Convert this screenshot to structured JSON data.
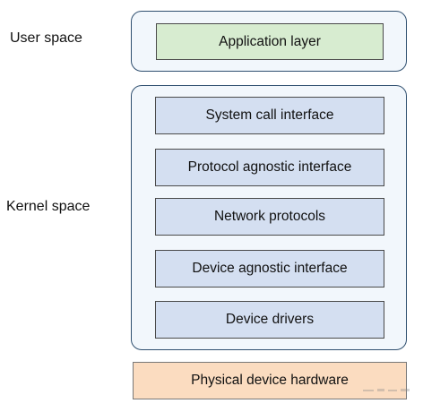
{
  "labels": {
    "user_space": "User space",
    "kernel_space": "Kernel space"
  },
  "layers": {
    "application": "Application layer",
    "system_call_interface": "System call interface",
    "protocol_agnostic_interface": "Protocol agnostic interface",
    "network_protocols": "Network protocols",
    "device_agnostic_interface": "Device agnostic interface",
    "device_drivers": "Device drivers",
    "physical_hardware": "Physical device hardware"
  },
  "colors": {
    "user_layer_fill": "#d7ecd0",
    "kernel_layer_fill": "#d4dff1",
    "hardware_fill": "#fbdcc0",
    "container_border": "#2f4f6f"
  }
}
